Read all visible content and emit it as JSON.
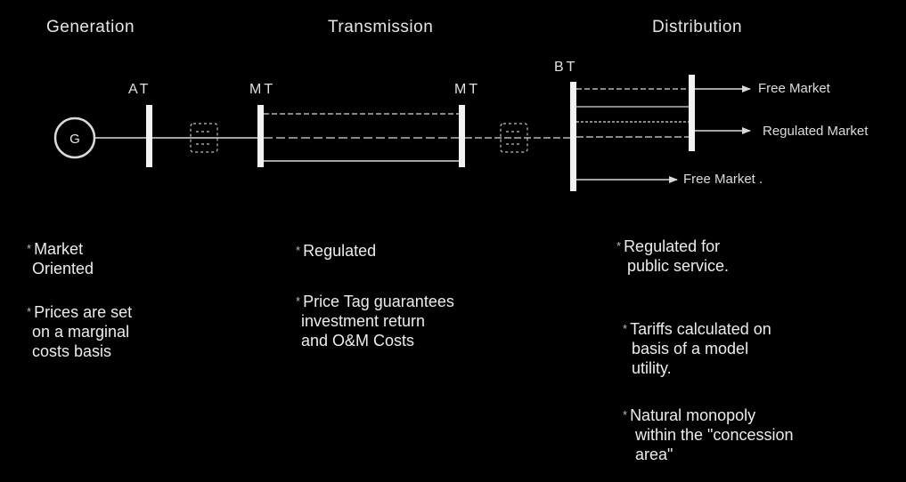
{
  "headers": {
    "generation": "Generation",
    "transmission": "Transmission",
    "distribution": "Distribution"
  },
  "buses": {
    "at": "AT",
    "mt_left": "MT",
    "mt_right": "MT",
    "bt": "BT"
  },
  "generator_symbol": "G",
  "markets": {
    "free_top": "Free Market",
    "regulated": "Regulated Market",
    "free_bottom": "Free Market ."
  },
  "notes": {
    "generation": [
      {
        "star": "*",
        "lines": [
          "Market",
          "Oriented"
        ]
      },
      {
        "star": "*",
        "lines": [
          "Prices are set",
          "on a marginal",
          "costs basis"
        ]
      }
    ],
    "transmission": [
      {
        "star": "*",
        "lines": [
          "Regulated"
        ]
      },
      {
        "star": "*",
        "lines": [
          "Price Tag guarantees",
          "investment return",
          "and O&M Costs"
        ]
      }
    ],
    "distribution": [
      {
        "star": "*",
        "lines": [
          "Regulated for",
          "public service."
        ]
      },
      {
        "star": "*",
        "lines": [
          "Tariffs calculated on",
          "basis of a model",
          "utility."
        ]
      },
      {
        "star": "*",
        "lines": [
          "Natural monopoly",
          "within the \"concession",
          "area\""
        ]
      }
    ]
  },
  "colors": {
    "background": "#000000",
    "line": "#d9d9d9",
    "text": "#e9e9e9"
  }
}
